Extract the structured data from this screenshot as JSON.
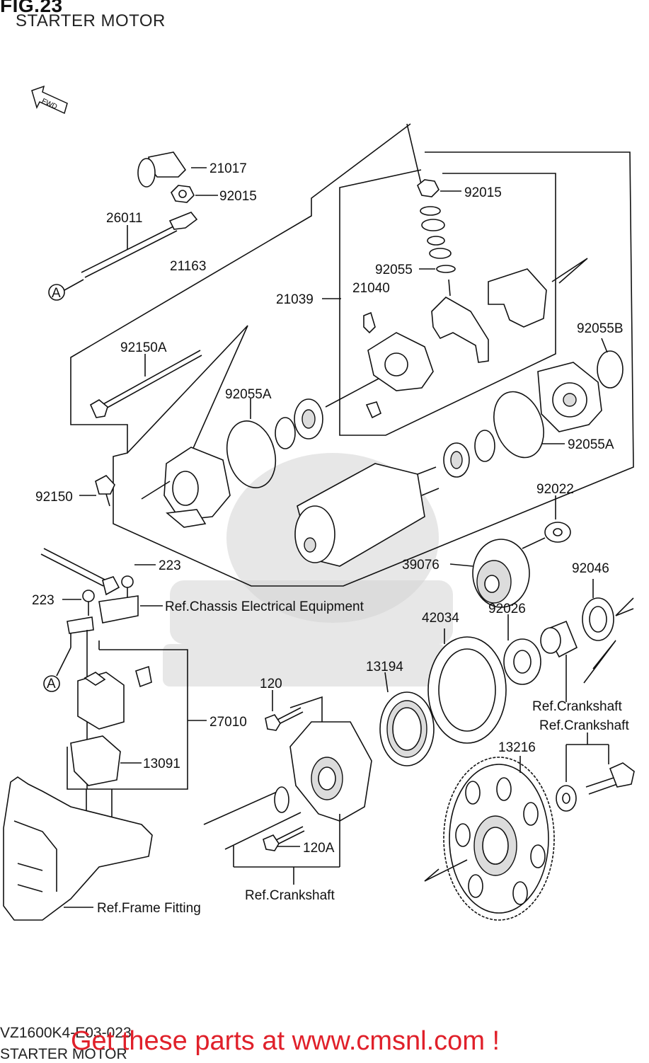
{
  "header": {
    "fig": "FIG.23",
    "subtitle": "STARTER MOTOR"
  },
  "direction_marker": "FWD",
  "callouts": {
    "a_top": "A",
    "a_bottom": "A"
  },
  "parts": {
    "p21017": "21017",
    "p92015_left": "92015",
    "p26011": "26011",
    "p21163": "21163",
    "p92015_right": "92015",
    "p92055": "92055",
    "p21040": "21040",
    "p21039": "21039",
    "p92055B": "92055B",
    "p92150A": "92150A",
    "p92055A_left": "92055A",
    "p92055A_right": "92055A",
    "p92150": "92150",
    "p92022": "92022",
    "p223_top": "223",
    "p223_left": "223",
    "p39076": "39076",
    "p92046": "92046",
    "p42034": "42034",
    "p92026": "92026",
    "p13194": "13194",
    "p120": "120",
    "p27010": "27010",
    "p13216": "13216",
    "p13091": "13091",
    "p120A": "120A"
  },
  "refs": {
    "chassis": "Ref.Chassis Electrical Equipment",
    "crankshaft_1": "Ref.Crankshaft",
    "crankshaft_2": "Ref.Crankshaft",
    "crankshaft_3": "Ref.Crankshaft",
    "frame": "Ref.Frame Fitting"
  },
  "footer": {
    "code": "VZ1600K4-E03-023",
    "sub": "STARTER MOTOR",
    "promo": "Get these parts at www.cmsnl.com !"
  },
  "colors": {
    "promo": "#e0202a",
    "line": "#111111"
  }
}
